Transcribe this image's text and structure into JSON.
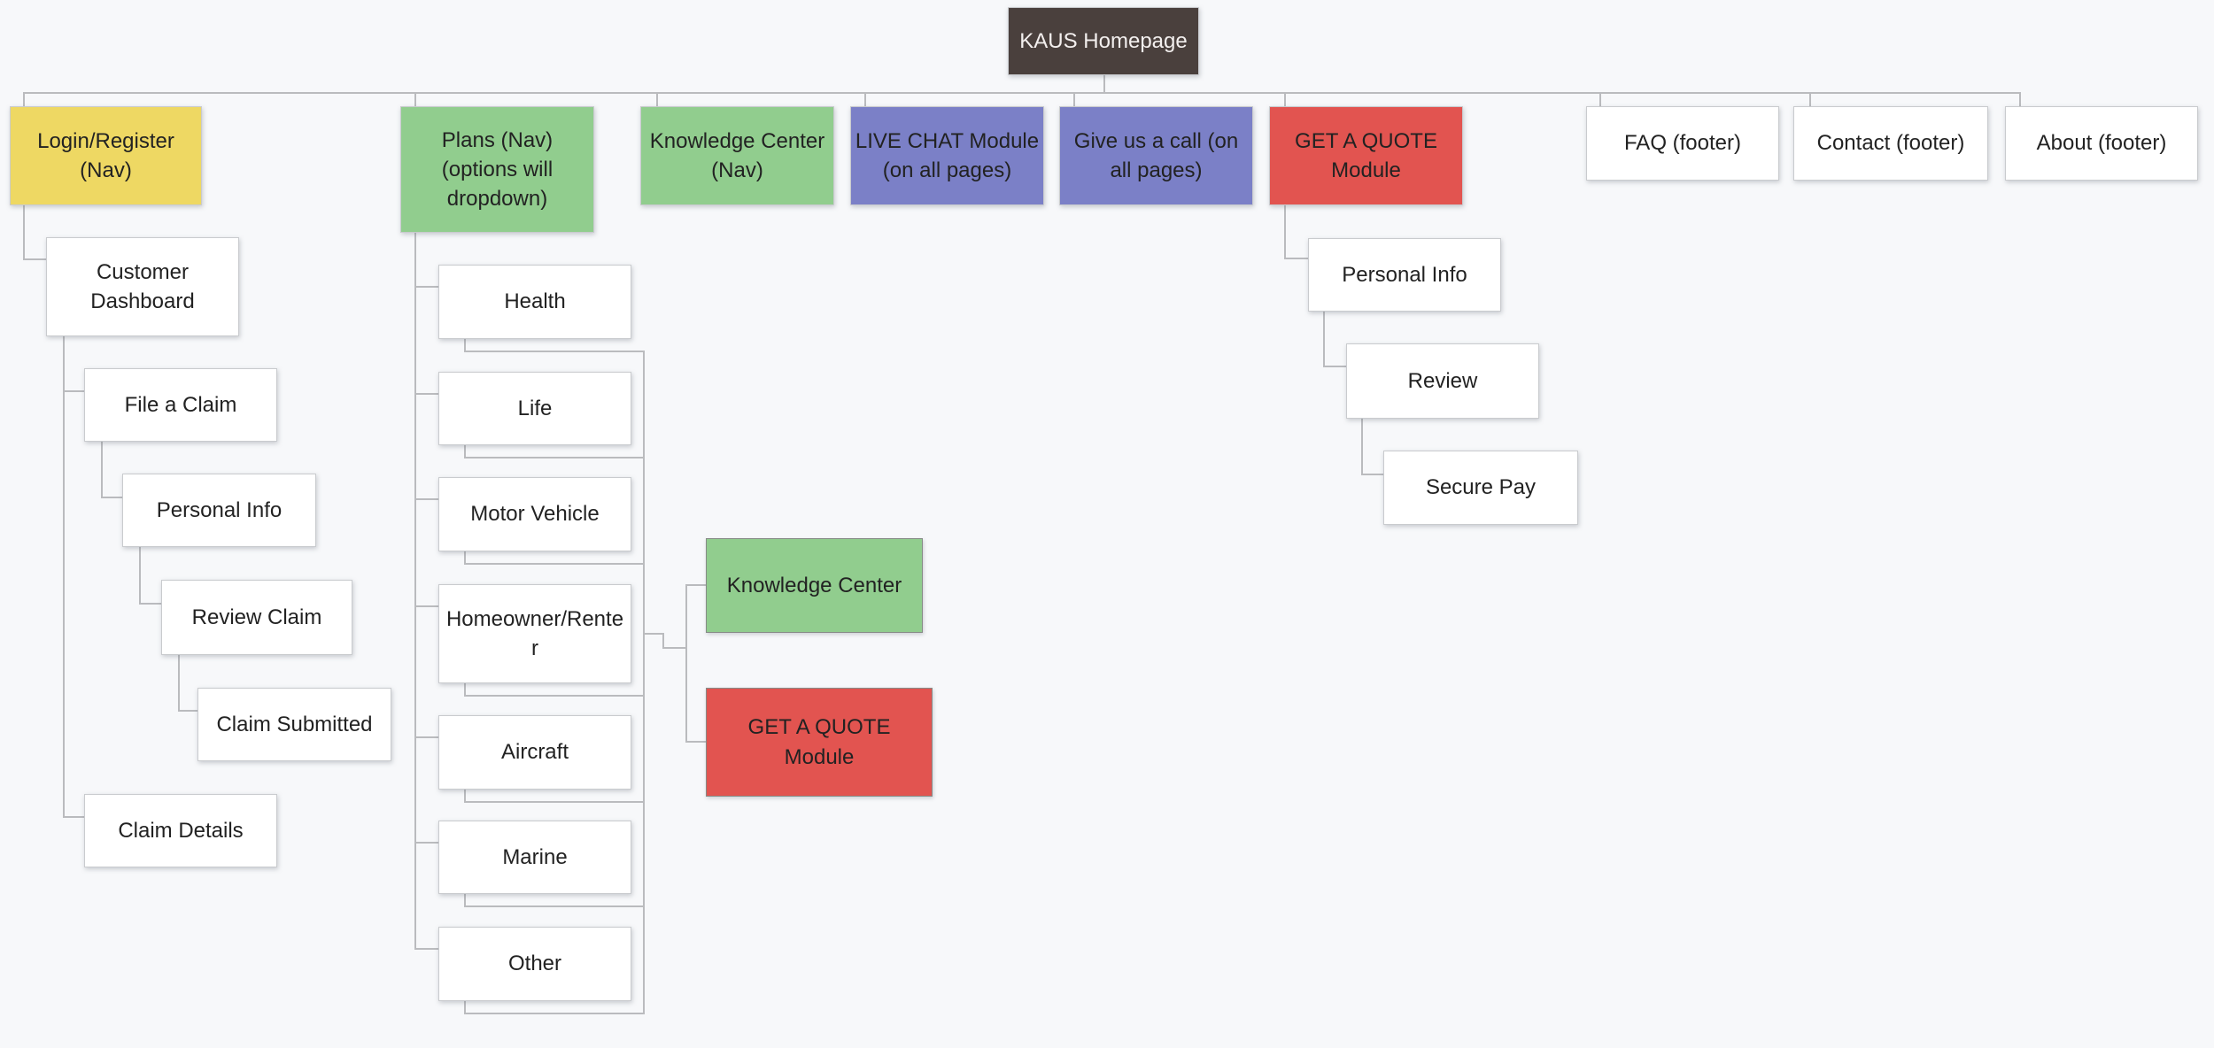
{
  "palette": {
    "dark": "#4a403d",
    "yellow": "#eed863",
    "green": "#91cd8e",
    "purple": "#7b80c7",
    "red": "#e25450",
    "white": "#ffffff",
    "background": "#f7f8fa",
    "line": "#babbbe"
  },
  "nodes": {
    "kaus": {
      "label": "KAUS Homepage",
      "color": "dark"
    },
    "login": {
      "label": "Login/Register\n(Nav)",
      "color": "yellow"
    },
    "plans": {
      "label": "Plans (Nav)\n(options will\ndropdown)",
      "color": "green"
    },
    "kcnav": {
      "label": "Knowledge Center\n(Nav)",
      "color": "green"
    },
    "livechat": {
      "label": "LIVE CHAT Module\n(on all pages)",
      "color": "purple"
    },
    "call": {
      "label": "Give us a call (on\nall pages)",
      "color": "purple"
    },
    "quote": {
      "label": "GET A QUOTE\nModule",
      "color": "red"
    },
    "faq": {
      "label": "FAQ (footer)",
      "color": "white"
    },
    "contact": {
      "label": "Contact (footer)",
      "color": "white"
    },
    "about": {
      "label": "About (footer)",
      "color": "white"
    },
    "dashboard": {
      "label": "Customer\nDashboard",
      "color": "white"
    },
    "file_claim": {
      "label": "File a Claim",
      "color": "white"
    },
    "personal_info": {
      "label": "Personal Info",
      "color": "white"
    },
    "review_claim": {
      "label": "Review Claim",
      "color": "white"
    },
    "claim_submitted": {
      "label": "Claim Submitted",
      "color": "white"
    },
    "claim_details": {
      "label": "Claim Details",
      "color": "white"
    },
    "health": {
      "label": "Health",
      "color": "white"
    },
    "life": {
      "label": "Life",
      "color": "white"
    },
    "motor": {
      "label": "Motor Vehicle",
      "color": "white"
    },
    "homeowner": {
      "label": "Homeowner/Rente\nr",
      "color": "white"
    },
    "aircraft": {
      "label": "Aircraft",
      "color": "white"
    },
    "marine": {
      "label": "Marine",
      "color": "white"
    },
    "other": {
      "label": "Other",
      "color": "white"
    },
    "kc_mid": {
      "label": "Knowledge Center",
      "color": "green"
    },
    "quote_mid": {
      "label": "GET A QUOTE\nModule",
      "color": "red"
    },
    "quote_personal_info": {
      "label": "Personal Info",
      "color": "white"
    },
    "quote_review": {
      "label": "Review",
      "color": "white"
    },
    "secure_pay": {
      "label": "Secure Pay",
      "color": "white"
    }
  }
}
